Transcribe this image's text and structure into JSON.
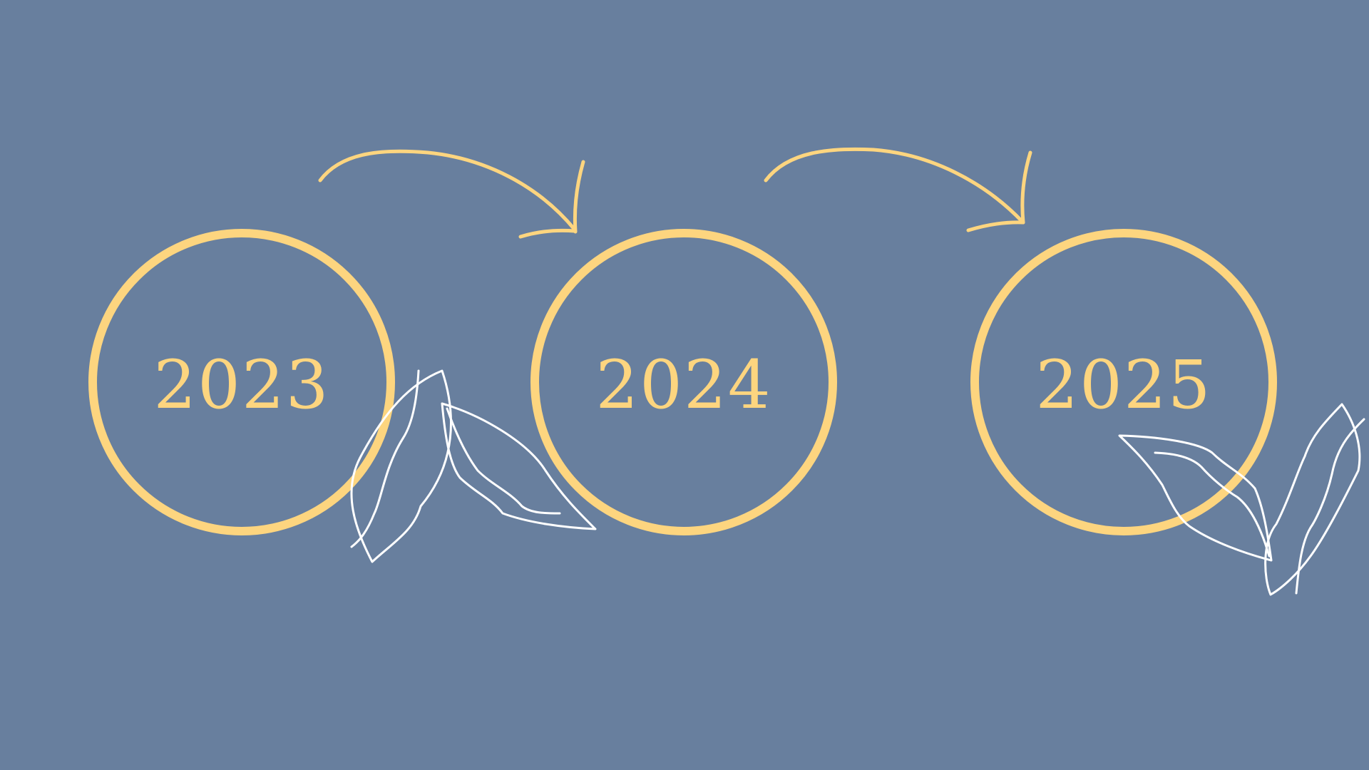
{
  "timeline": {
    "years": [
      {
        "label": "2023"
      },
      {
        "label": "2024"
      },
      {
        "label": "2025"
      }
    ]
  },
  "colors": {
    "background": "#687f9e",
    "accent": "#fdd57f",
    "leaf_outline": "#ffffff"
  },
  "icons": {
    "arrow": "curved-arrow-icon",
    "leaf": "leaf-outline-icon"
  }
}
